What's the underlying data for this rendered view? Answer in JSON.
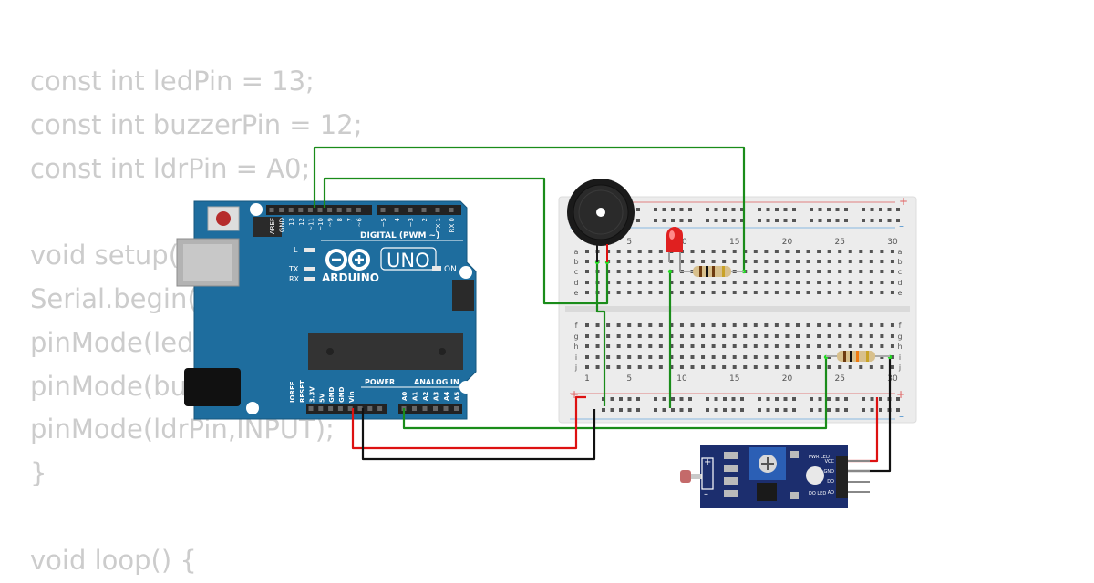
{
  "code_lines": [
    "const int ledPin = 13;",
    "const int buzzerPin = 12;",
    "const int ldrPin = A0;",
    "",
    "void setup() {",
    "Serial.begin(9600);",
    "pinMode(ledPin,OUTPUT);",
    "pinMode(buzzerPin,OUTPUT);",
    "pinMode(ldrPin,INPUT);",
    "}",
    "",
    "void loop() {"
  ],
  "arduino": {
    "logo_text": "ARDUINO",
    "model": "UNO",
    "on_label": "ON",
    "digital_label": "DIGITAL (PWM ~)",
    "power_label": "POWER",
    "analog_label": "ANALOG IN",
    "led_l": "L",
    "led_tx": "TX",
    "led_rx": "RX",
    "digital_pins": [
      "AREF",
      "GND",
      "13",
      "12",
      "~11",
      "~10",
      "~9",
      "8",
      "7",
      "~6",
      "~5",
      "4",
      "~3",
      "2",
      "TX 1",
      "RX 0"
    ],
    "power_pins": [
      "IOREF",
      "RESET",
      "3.3V",
      "5V",
      "GND",
      "GND",
      "Vin"
    ],
    "analog_pins": [
      "A0",
      "A1",
      "A2",
      "A3",
      "A4",
      "A5"
    ]
  },
  "breadboard": {
    "col_numbers": [
      "5",
      "10",
      "15",
      "20",
      "25",
      "30"
    ],
    "bottom_numbers": [
      "1",
      "5",
      "10",
      "15",
      "20",
      "25",
      "30"
    ],
    "rows_top": [
      "a",
      "b",
      "c",
      "d",
      "e"
    ],
    "rows_bottom": [
      "f",
      "g",
      "h",
      "i",
      "j"
    ],
    "plus": "+",
    "minus": "–"
  },
  "ldr_module": {
    "labels": [
      "VCC",
      "GND",
      "DO",
      "AO"
    ],
    "pwr_led": "PWR LED",
    "do_led": "DO LED",
    "plus": "+",
    "minus": "–"
  },
  "colors": {
    "wire_green": "#1a8c1a",
    "wire_red": "#dd1111",
    "wire_black": "#111111",
    "arduino_blue": "#1e6d9e",
    "module_blue": "#1c2e6e",
    "led_red": "#e02020",
    "code_gray": "#cccccc"
  }
}
